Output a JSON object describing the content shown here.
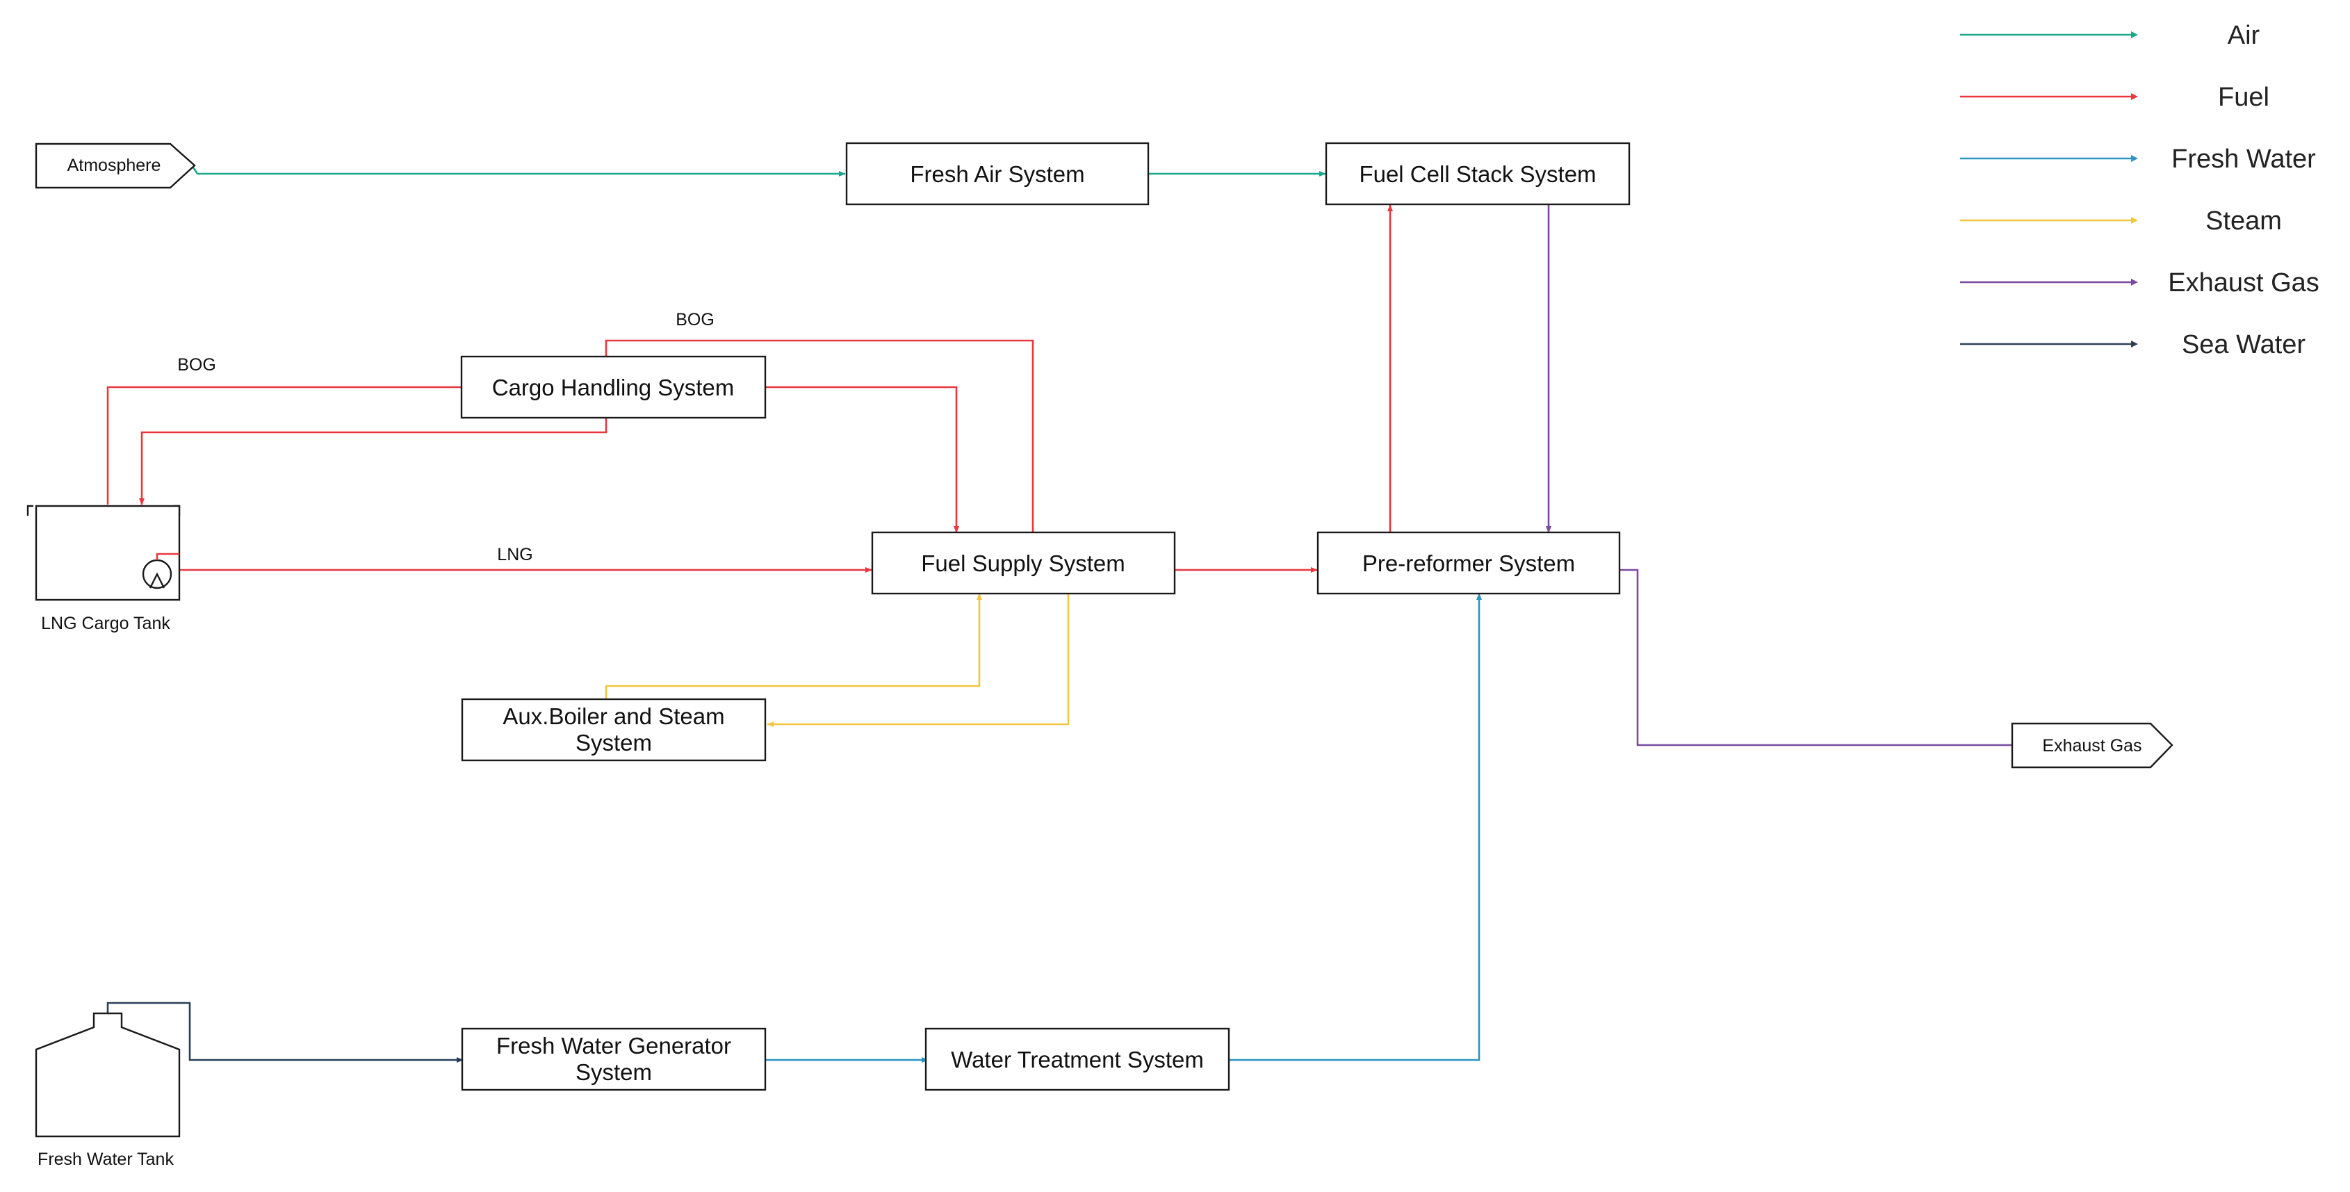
{
  "colors": {
    "air": "#1aa889",
    "fuel": "#e8383d",
    "fresh_water": "#2a94c2",
    "steam": "#f5c540",
    "exhaust_gas": "#7a4a9e",
    "sea_water": "#2c3e57"
  },
  "legend": [
    {
      "label": "Air",
      "color_key": "air"
    },
    {
      "label": "Fuel",
      "color_key": "fuel"
    },
    {
      "label": "Fresh Water",
      "color_key": "fresh_water"
    },
    {
      "label": "Steam",
      "color_key": "steam"
    },
    {
      "label": "Exhaust Gas",
      "color_key": "exhaust_gas"
    },
    {
      "label": "Sea Water",
      "color_key": "sea_water"
    }
  ],
  "systems": {
    "fresh_air": "Fresh Air System",
    "fuel_cell_stack": "Fuel Cell Stack System",
    "cargo_handling": "Cargo Handling System",
    "fuel_supply": "Fuel Supply System",
    "pre_reformer": "Pre-reformer System",
    "aux_boiler_line1": "Aux.Boiler and Steam",
    "aux_boiler_line2": "System",
    "fresh_water_gen_line1": "Fresh Water Generator",
    "fresh_water_gen_line2": "System",
    "water_treatment": "Water Treatment System"
  },
  "terminals": {
    "atmosphere": "Atmosphere",
    "exhaust_gas": "Exhaust Gas"
  },
  "tanks": {
    "lng_cargo_tank": "LNG Cargo Tank",
    "fresh_water_tank": "Fresh Water Tank"
  },
  "flow_labels": {
    "bog_left": "BOG",
    "bog_top": "BOG",
    "lng": "LNG"
  }
}
